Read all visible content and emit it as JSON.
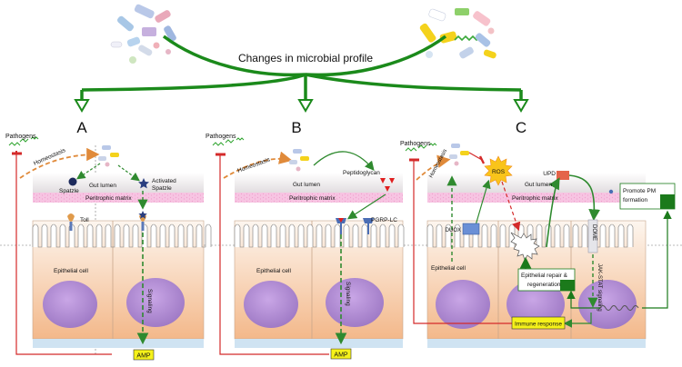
{
  "title": "Changes in microbial profile",
  "panels": [
    {
      "letter": "A",
      "pathogens": "Pathogens",
      "homeostasis": "Homeostasis",
      "gut_lumen": "Gut lumen",
      "peritrophic": "Peritrophic matrix",
      "epithelial": "Epithelial cell",
      "signaling": "Signaling",
      "amp": "AMP",
      "spatzle": "Spatzle",
      "activated_spatzle": [
        "Activated",
        "Spatzle"
      ],
      "receptor": "Toll"
    },
    {
      "letter": "B",
      "pathogens": "Pathogens",
      "homeostasis": "Homeostasis",
      "gut_lumen": "Gut lumen",
      "peritrophic": "Peritrophic matrix",
      "epithelial": "Epithelial cell",
      "signaling": "Signaling",
      "amp": "AMP",
      "peptidoglycan": "Peptidoglycan",
      "receptor": "PGRP-LC"
    },
    {
      "letter": "C",
      "pathogens": "Pathogens",
      "homeostasis": "Homeostasis",
      "gut_lumen": "Gut lumen",
      "peritrophic": "Peritrophic matrix",
      "epithelial": "Epithelial cell",
      "ros": "ROS",
      "duox": "DUOX",
      "upd": "UPD",
      "dome": "DOME",
      "jak_stat": "JAK-STAT signaling",
      "repair": [
        "Epithelial repair &",
        "regeneration"
      ],
      "immune": "Immune response",
      "promote": [
        "Promote PM",
        "formation"
      ]
    }
  ],
  "colors": {
    "main_arrow": "#1b8a1b",
    "pathogen_line": "#d42a2a",
    "homeostasis_arrow": "#e08a3a",
    "dashed_green": "#2f8a2f",
    "lumen": "#ece7ea",
    "peritrophic": "#f7bfe0",
    "cell_top": "#fdf4ec",
    "cell_bottom": "#f3b98a",
    "nucleus": "#b892d8",
    "amp_box": "#f6f21a",
    "basal": "#cfe3f2"
  }
}
